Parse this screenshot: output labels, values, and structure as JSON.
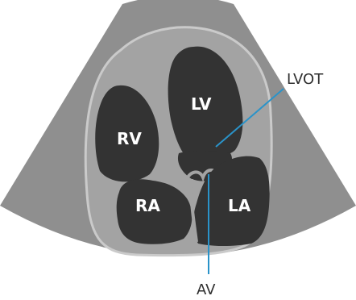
{
  "colors": {
    "sector": "#8f8f8f",
    "myocardium": "#a3a3a3",
    "pericardium_outline": "#c9c9c9",
    "cavity": "#333333",
    "chamber_text": "#ffffff",
    "leader_line": "#2a93c9",
    "callout_text": "#2f2f2f"
  },
  "chambers": {
    "lv": "LV",
    "rv": "RV",
    "ra": "RA",
    "la": "LA"
  },
  "callouts": {
    "lvot": "LVOT",
    "av": "AV"
  }
}
